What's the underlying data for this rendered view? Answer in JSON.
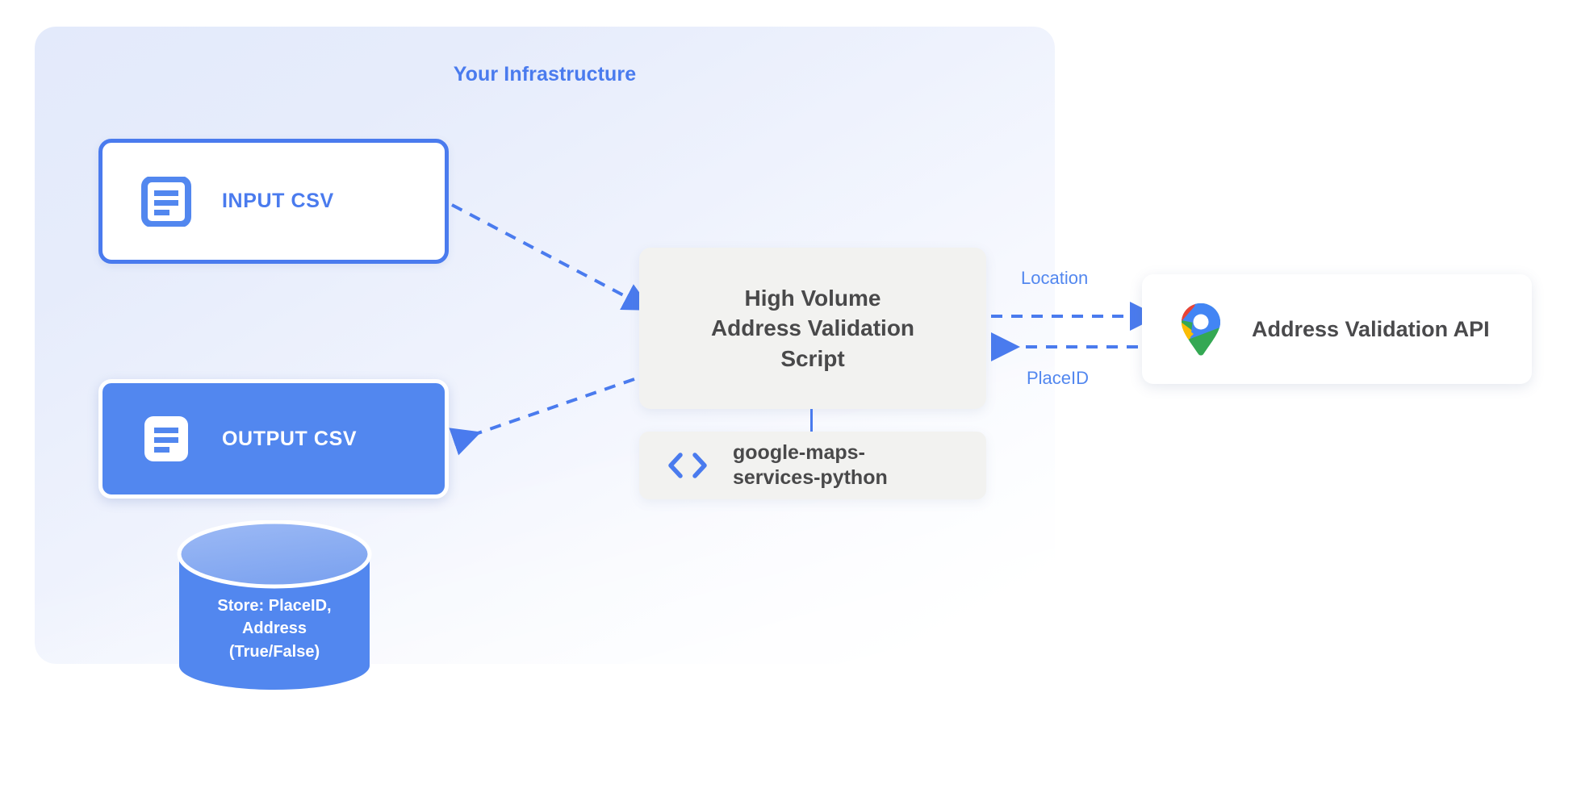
{
  "panel": {
    "title": "Your Infrastructure",
    "title_color": "#4a7bee",
    "background_start": "#e3eafb",
    "background_end": "#ffffff"
  },
  "nodes": {
    "input_csv": {
      "label": "INPUT CSV",
      "icon": "document-icon",
      "border_color": "#4a7bee",
      "fill_color": "#ffffff",
      "text_color": "#4a7bee"
    },
    "output_csv": {
      "label": "OUTPUT CSV",
      "icon": "document-icon",
      "border_color": "#ffffff",
      "fill_color": "#5287ef",
      "text_color": "#ffffff"
    },
    "script": {
      "label": "High Volume Address Validation Script",
      "line1": "High Volume",
      "line2": "Address Validation",
      "line3": "Script",
      "fill_color": "#f2f2f0",
      "text_color": "#49494a"
    },
    "library": {
      "label": "google-maps-services-python",
      "line1": "google-maps-",
      "line2": "services-python",
      "icon": "code-brackets-icon",
      "icon_color": "#4a7bee",
      "fill_color": "#f2f2f0",
      "text_color": "#49494a"
    },
    "api": {
      "label": "Address Validation API",
      "icon": "google-maps-pin-icon",
      "fill_color": "#ffffff",
      "text_color": "#4a4a4c"
    },
    "database": {
      "line1": "Store: PlaceID,",
      "line2": "Address",
      "line3": "(True/False)",
      "body_color": "#5287ef",
      "top_color": "#8fb0f2",
      "text_color": "#ffffff"
    }
  },
  "edges": {
    "input_to_script": {
      "label": "",
      "style": "dashed",
      "direction": "right",
      "color": "#4a7bee"
    },
    "script_to_output": {
      "label": "",
      "style": "dashed",
      "direction": "left",
      "color": "#4a7bee"
    },
    "script_to_api": {
      "label": "Location",
      "style": "dashed",
      "direction": "right",
      "color": "#4a7bee"
    },
    "api_to_script": {
      "label": "PlaceID",
      "style": "dashed",
      "direction": "left",
      "color": "#4a7bee"
    },
    "script_to_library": {
      "label": "",
      "style": "solid",
      "direction": "none",
      "color": "#4a7bee"
    }
  }
}
